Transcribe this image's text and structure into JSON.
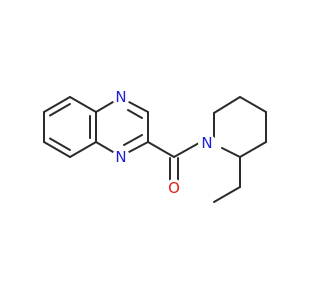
{
  "molecule": {
    "atoms": [
      {
        "id": "n1",
        "symbol": "N",
        "color": "#1f1fd6"
      },
      {
        "id": "n2",
        "symbol": "N",
        "color": "#1f1fd6"
      },
      {
        "id": "n3",
        "symbol": "N",
        "color": "#1f1fd6"
      },
      {
        "id": "o1",
        "symbol": "O",
        "color": "#e0201b"
      }
    ],
    "bond_color": "#2b2b2b"
  }
}
